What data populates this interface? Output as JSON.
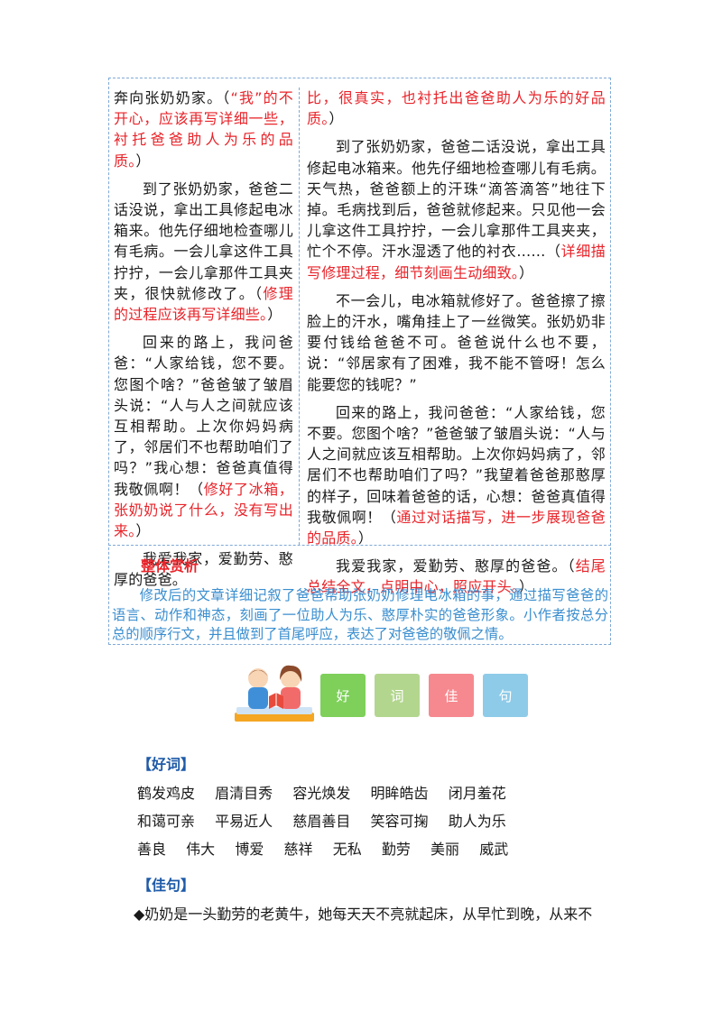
{
  "left_column": {
    "p1_black": "奔向张奶奶家。（",
    "p1_red": "“我”的不开心，应该再写详细一些，衬托爸爸助人为乐的品质。",
    "p1_end": "）",
    "p2_black": "到了张奶奶家，爸爸二话没说，拿出工具修起电冰箱来。他先仔细地检查哪儿有毛病。一会儿拿这件工具拧拧，一会儿拿那件工具夹夹，很快就修改了。（",
    "p2_red": "修理的过程应该再写详细些。",
    "p2_end": "）",
    "p3_black": "回来的路上，我问爸爸：“人家给钱，您不要。您图个啥？”爸爸皱了皱眉头说：“人与人之间就应该互相帮助。上次你妈妈病了，邻居们不也帮助咱们了吗？”我心想：爸爸真值得我敬佩啊！（",
    "p3_red": "修好了冰箱，张奶奶说了什么，没有写出来。",
    "p3_end": "）",
    "p4": "我爱我家，爱勤劳、憨厚的爸爸。"
  },
  "right_column": {
    "p1_red": "比，很真实，也衬托出爸爸助人为乐的好品质。",
    "p1_end": "）",
    "p2_black": "到了张奶奶家，爸爸二话没说，拿出工具修起电冰箱来。他先仔细地检查哪儿有毛病。天气热，爸爸额上的汗珠“滴答滴答”地往下掉。毛病找到后，爸爸就修起来。只见他一会儿拿这件工具拧拧，一会儿拿那件工具夹夹，忙个不停。汗水湿透了他的衬衣……（",
    "p2_red": "详细描写修理过程，细节刻画生动细致。",
    "p2_end": "）",
    "p3": "不一会儿，电冰箱就修好了。爸爸擦了擦脸上的汗水，嘴角挂上了一丝微笑。张奶奶非要付钱给爸爸不可。爸爸说什么也不要，说：“邻居家有了困难，我不能不管呀！怎么能要您的钱呢？”",
    "p4_black": "回来的路上，我问爸爸：“人家给钱，您不要。您图个啥？”爸爸皱了皱眉头说：“人与人之间就应该互相帮助。上次你妈妈病了，邻居们不也帮助咱们了吗？”我望着爸爸那憨厚的样子，回味着爸爸的话，心想：爸爸真值得我敬佩啊！（",
    "p4_red": "通过对话描写，进一步展现爸爸的品质。",
    "p4_end": "）",
    "p5_black": "我爱我家，爱勤劳、憨厚的爸爸。（",
    "p5_red": "结尾总结全文，点明中心，照应开头。",
    "p5_end": "）"
  },
  "summary": {
    "title": "整体赏析",
    "text": "修改后的文章详细记叙了爸爸帮助张奶奶修理电冰箱的事，通过描写爸爸的语言、动作和神态，刻画了一位助人为乐、憨厚朴实的爸爸形象。小作者按总分总的顺序行文，并且做到了首尾呼应，表达了对爸爸的敬佩之情。"
  },
  "tags": [
    {
      "label": "好",
      "color": "#7ed05a"
    },
    {
      "label": "词",
      "color": "#b3d68e"
    },
    {
      "label": "佳",
      "color": "#f6898f"
    },
    {
      "label": "句",
      "color": "#8ecbe8"
    }
  ],
  "good_words": {
    "heading": "【好词】",
    "row1": "鹤发鸡皮  眉清目秀  容光焕发  明眸皓齿  闭月羞花",
    "row2": "和蔼可亲  平易近人  慈眉善目  笑容可掬  助人为乐",
    "row3": "善良  伟大  博爱  慈祥  无私  勤劳  美丽  威武"
  },
  "good_sentences": {
    "heading": "【佳句】",
    "s1": "◆奶奶是一头勤劳的老黄牛，她每天天不亮就起床，从早忙到晚，从来不"
  }
}
